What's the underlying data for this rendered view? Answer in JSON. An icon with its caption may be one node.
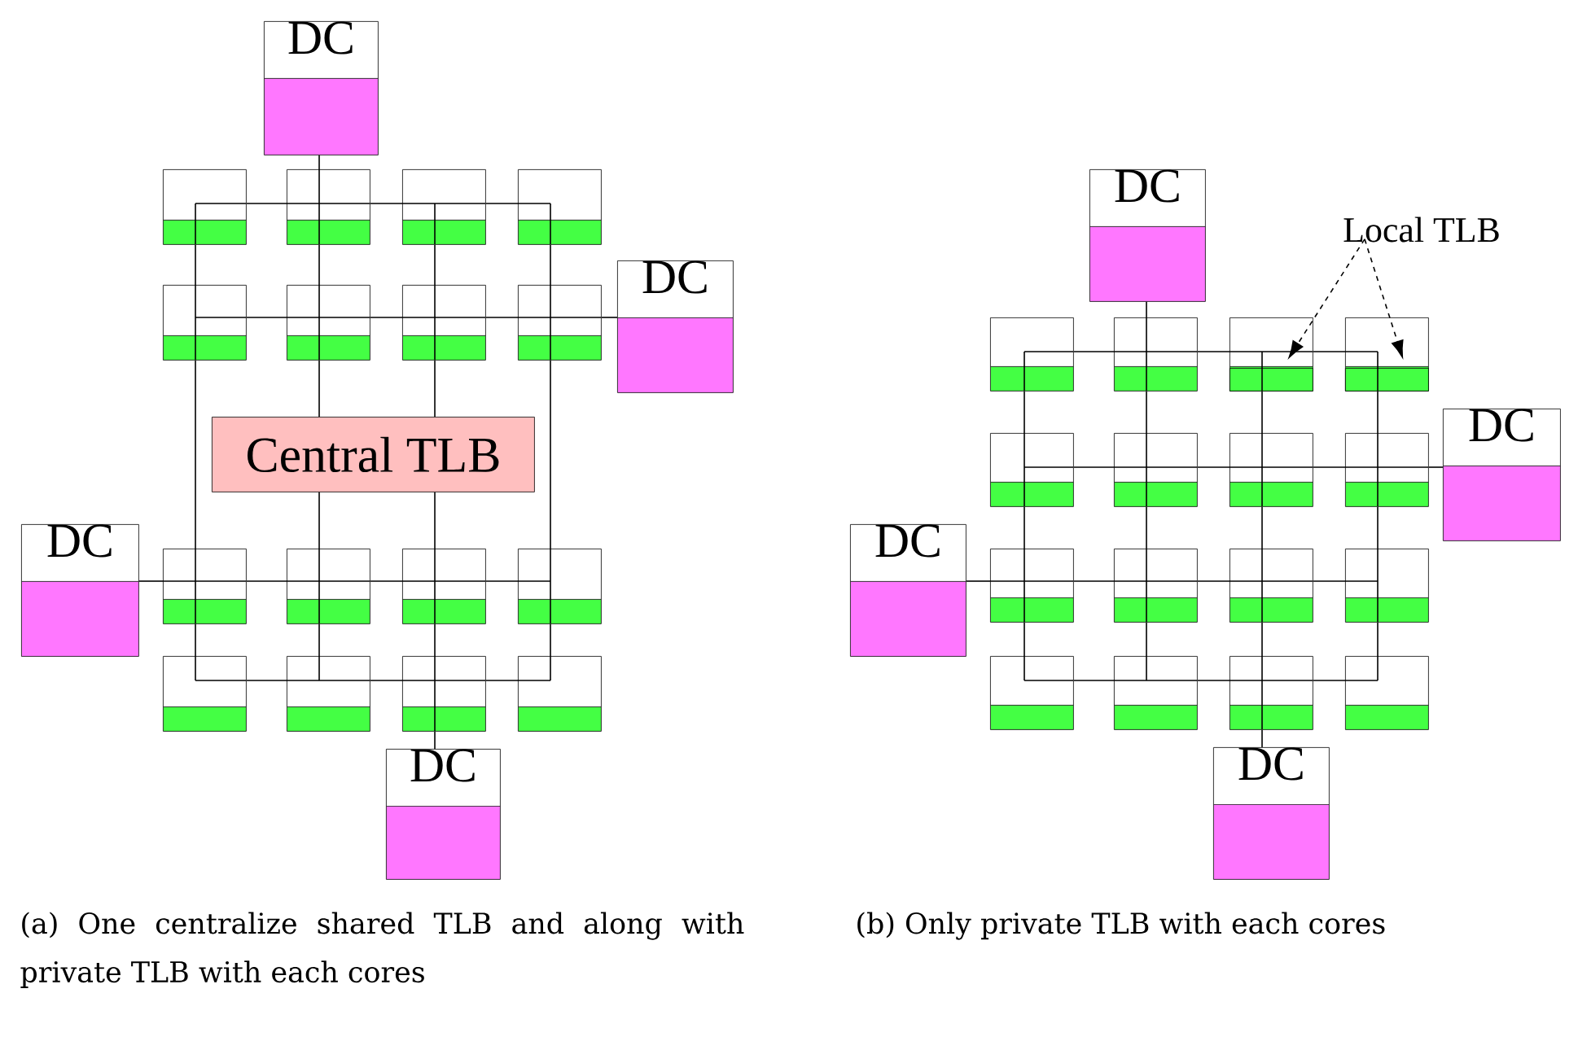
{
  "diagram": {
    "nodes": [
      {
        "text": [
          "DC"
        ]
      },
      {
        "text": [],
        "shape": "box"
      },
      {
        "text": [],
        "shape": "box"
      },
      {
        "text": [],
        "shape": "box"
      },
      {
        "text": [],
        "shape": "box"
      },
      {
        "text": [],
        "shape": "box"
      },
      {
        "text": [],
        "shape": "box"
      },
      {
        "text": [],
        "shape": "box"
      },
      {
        "text": [],
        "shape": "box"
      },
      {
        "text": [],
        "shape": "box"
      },
      {
        "text": [],
        "shape": "box"
      },
      {
        "text": [],
        "shape": "box"
      },
      {
        "text": [],
        "shape": "box"
      },
      {
        "text": [],
        "shape": "box"
      },
      {
        "text": [],
        "shape": "box"
      },
      {
        "text": [],
        "shape": "box"
      },
      {
        "text": [],
        "shape": "box"
      },
      {
        "text": [
          "DC"
        ]
      },
      {
        "text": [
          "Central TLB"
        ]
      },
      {
        "text": [
          "DC"
        ]
      },
      {
        "text": [
          "DC"
        ]
      },
      {
        "text": [
          "DC"
        ]
      },
      {
        "text": [
          "Local TLB"
        ]
      },
      {
        "text": [],
        "shape": "box"
      },
      {
        "text": [],
        "shape": "box"
      },
      {
        "text": [],
        "shape": "box"
      },
      {
        "text": [],
        "shape": "box"
      },
      {
        "text": [],
        "shape": "box"
      },
      {
        "text": [],
        "shape": "box"
      },
      {
        "text": [],
        "shape": "box"
      },
      {
        "text": [],
        "shape": "box"
      },
      {
        "text": [],
        "shape": "box"
      },
      {
        "text": [],
        "shape": "box"
      },
      {
        "text": [],
        "shape": "box"
      },
      {
        "text": [],
        "shape": "box"
      },
      {
        "text": [],
        "shape": "box"
      },
      {
        "text": [],
        "shape": "box"
      },
      {
        "text": [],
        "shape": "box"
      },
      {
        "text": [],
        "shape": "box"
      },
      {
        "text": [],
        "shape": "bar",
        "in": 25
      },
      {
        "text": [],
        "shape": "bar",
        "in": 26
      },
      {
        "text": [
          "DC"
        ]
      },
      {
        "text": [
          "DC"
        ]
      },
      {
        "text": [
          "DC"
        ]
      }
    ],
    "edges": [
      {
        "from": 0,
        "to": 2,
        "arrow": "none"
      },
      {
        "from": 17,
        "to": 8,
        "arrow": "none"
      },
      {
        "from": 18,
        "to": 6,
        "arrow": "none"
      },
      {
        "from": 18,
        "to": 7,
        "arrow": "none"
      },
      {
        "from": 18,
        "to": 10,
        "arrow": "none"
      },
      {
        "from": 18,
        "to": 11,
        "arrow": "none"
      },
      {
        "from": 19,
        "to": 9,
        "arrow": "none"
      },
      {
        "from": 20,
        "to": 15,
        "arrow": "none"
      },
      {
        "from": 21,
        "to": 24,
        "arrow": "none"
      },
      {
        "from": 22,
        "to": 39,
        "arrow": "to",
        "style": "dashed"
      },
      {
        "from": 22,
        "to": 40,
        "arrow": "to",
        "style": "dashed"
      },
      {
        "from": 41,
        "to": 30,
        "arrow": "none"
      },
      {
        "from": 42,
        "to": 31,
        "arrow": "none"
      },
      {
        "from": 43,
        "to": 37,
        "arrow": "none"
      },
      {
        "from": 1,
        "to": 2,
        "arrow": "none"
      },
      {
        "from": 2,
        "to": 3,
        "arrow": "none"
      },
      {
        "from": 3,
        "to": 4,
        "arrow": "none"
      },
      {
        "from": 13,
        "to": 14,
        "arrow": "none"
      },
      {
        "from": 14,
        "to": 15,
        "arrow": "none"
      },
      {
        "from": 15,
        "to": 16,
        "arrow": "none"
      },
      {
        "from": 1,
        "to": 5,
        "arrow": "none"
      },
      {
        "from": 5,
        "to": 9,
        "arrow": "none"
      },
      {
        "from": 9,
        "to": 13,
        "arrow": "none"
      },
      {
        "from": 4,
        "to": 8,
        "arrow": "none"
      },
      {
        "from": 8,
        "to": 12,
        "arrow": "none"
      },
      {
        "from": 12,
        "to": 16,
        "arrow": "none"
      },
      {
        "from": 5,
        "to": 6,
        "arrow": "none"
      },
      {
        "from": 6,
        "to": 7,
        "arrow": "none"
      },
      {
        "from": 7,
        "to": 8,
        "arrow": "none"
      },
      {
        "from": 9,
        "to": 10,
        "arrow": "none"
      },
      {
        "from": 10,
        "to": 11,
        "arrow": "none"
      },
      {
        "from": 11,
        "to": 12,
        "arrow": "none"
      },
      {
        "from": 2,
        "to": 6,
        "arrow": "none"
      },
      {
        "from": 10,
        "to": 14,
        "arrow": "none"
      },
      {
        "from": 3,
        "to": 7,
        "arrow": "none"
      },
      {
        "from": 11,
        "to": 15,
        "arrow": "none"
      },
      {
        "from": 23,
        "to": 24,
        "arrow": "none"
      },
      {
        "from": 24,
        "to": 25,
        "arrow": "none"
      },
      {
        "from": 25,
        "to": 26,
        "arrow": "none"
      },
      {
        "from": 35,
        "to": 36,
        "arrow": "none"
      },
      {
        "from": 36,
        "to": 37,
        "arrow": "none"
      },
      {
        "from": 37,
        "to": 38,
        "arrow": "none"
      },
      {
        "from": 23,
        "to": 27,
        "arrow": "none"
      },
      {
        "from": 27,
        "to": 31,
        "arrow": "none"
      },
      {
        "from": 31,
        "to": 35,
        "arrow": "none"
      },
      {
        "from": 26,
        "to": 30,
        "arrow": "none"
      },
      {
        "from": 30,
        "to": 34,
        "arrow": "none"
      },
      {
        "from": 34,
        "to": 38,
        "arrow": "none"
      },
      {
        "from": 27,
        "to": 28,
        "arrow": "none"
      },
      {
        "from": 28,
        "to": 29,
        "arrow": "none"
      },
      {
        "from": 29,
        "to": 30,
        "arrow": "none"
      },
      {
        "from": 31,
        "to": 32,
        "arrow": "none"
      },
      {
        "from": 32,
        "to": 33,
        "arrow": "none"
      },
      {
        "from": 33,
        "to": 34,
        "arrow": "none"
      },
      {
        "from": 24,
        "to": 28,
        "arrow": "none"
      },
      {
        "from": 28,
        "to": 32,
        "arrow": "none"
      },
      {
        "from": 32,
        "to": 36,
        "arrow": "none"
      },
      {
        "from": 25,
        "to": 29,
        "arrow": "none"
      },
      {
        "from": 29,
        "to": 33,
        "arrow": "none"
      },
      {
        "from": 33,
        "to": 37,
        "arrow": "none"
      }
    ],
    "labels": [
      "(a) One centralize shared TLB and along with private TLB with each cores",
      "(b) Only private TLB with each cores"
    ]
  }
}
